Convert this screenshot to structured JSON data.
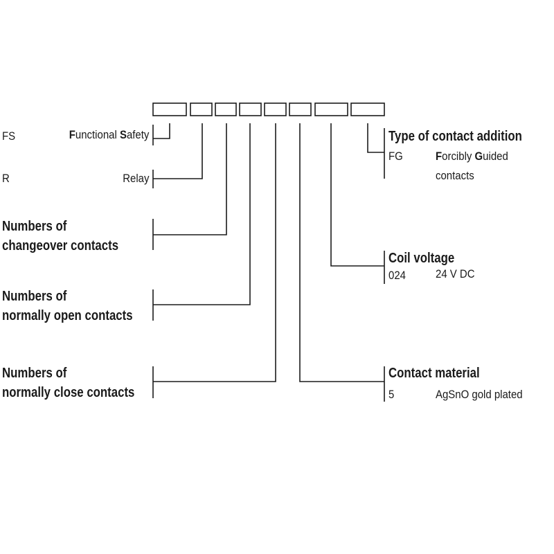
{
  "code_boxes": [
    "box1",
    "box2",
    "box3",
    "box4",
    "box5",
    "box6",
    "box7",
    "box8"
  ],
  "left": {
    "fs": {
      "code": "FS",
      "label_parts": [
        {
          "text": "F",
          "bold": true
        },
        {
          "text": "unctional ",
          "bold": false
        },
        {
          "text": "S",
          "bold": true
        },
        {
          "text": "afety",
          "bold": false
        }
      ]
    },
    "r": {
      "code": "R",
      "label": "Relay"
    },
    "changeover": {
      "line1": "Numbers of",
      "line2": "changeover contacts"
    },
    "normally_open": {
      "line1": "Numbers of",
      "line2": "normally open contacts"
    },
    "normally_close": {
      "line1": "Numbers of",
      "line2": "normally close contacts"
    }
  },
  "right": {
    "contact_addition": {
      "title": "Type of contact addition",
      "code": "FG",
      "desc_parts": [
        {
          "text": "F",
          "bold": true
        },
        {
          "text": "orcibly ",
          "bold": false
        },
        {
          "text": "G",
          "bold": true
        },
        {
          "text": "uided",
          "bold": false
        }
      ],
      "desc_line2": "contacts"
    },
    "coil_voltage": {
      "title": "Coil voltage",
      "code": "024",
      "desc": "24 V DC"
    },
    "contact_material": {
      "title": "Contact material",
      "code": "5",
      "desc": "AgSnO gold plated"
    }
  }
}
